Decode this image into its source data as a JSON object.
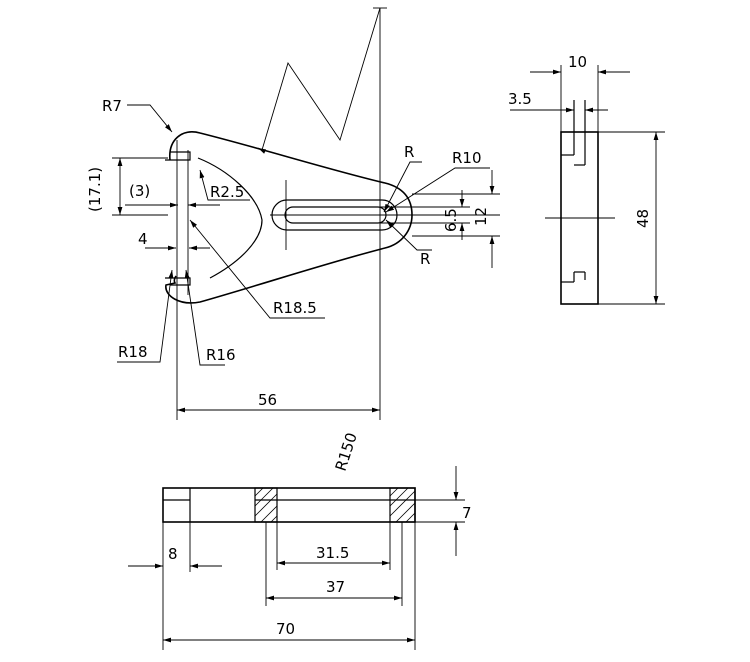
{
  "drawing": {
    "title": "",
    "colors": {
      "line": "#000000",
      "background": "#ffffff"
    },
    "top_view_labels": {
      "r7": "R7",
      "r_upper": "R",
      "r10": "R10",
      "r_lower": "R",
      "d17_1": "(17.1)",
      "d3": "(3)",
      "r2_5": "R2.5",
      "d4": "4",
      "r18_5": "R18.5",
      "r18": "R18",
      "r16": "R16",
      "d56": "56",
      "r150": "R150",
      "d6_5": "6.5",
      "d12": "12"
    },
    "side_view_labels": {
      "d10": "10",
      "d3_5": "3.5",
      "d48": "48"
    },
    "front_view_labels": {
      "d7": "7",
      "d8": "8",
      "d31_5": "31.5",
      "d37": "37",
      "d70": "70"
    }
  }
}
